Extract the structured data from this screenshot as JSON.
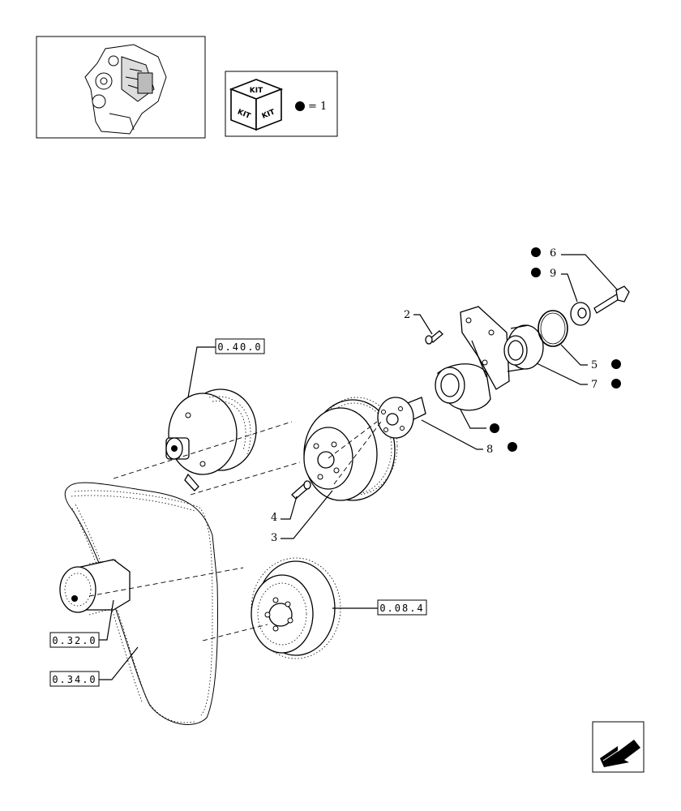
{
  "kit_legend": {
    "word": "KIT",
    "equals_text": "= 1"
  },
  "references": {
    "alternator": "0.40.0",
    "idler": "0.32.0",
    "belt": "0.34.0",
    "damper": "0.08.4"
  },
  "callouts": [
    {
      "id": "c2",
      "number": "2",
      "kit": false
    },
    {
      "id": "c3",
      "number": "3",
      "kit": false
    },
    {
      "id": "c4",
      "number": "4",
      "kit": false
    },
    {
      "id": "c5",
      "number": "5",
      "kit": true
    },
    {
      "id": "c6",
      "number": "6",
      "kit": true
    },
    {
      "id": "c7",
      "number": "7",
      "kit": true
    },
    {
      "id": "c8",
      "number": "8",
      "kit": true
    },
    {
      "id": "c9",
      "number": "9",
      "kit": true
    }
  ]
}
